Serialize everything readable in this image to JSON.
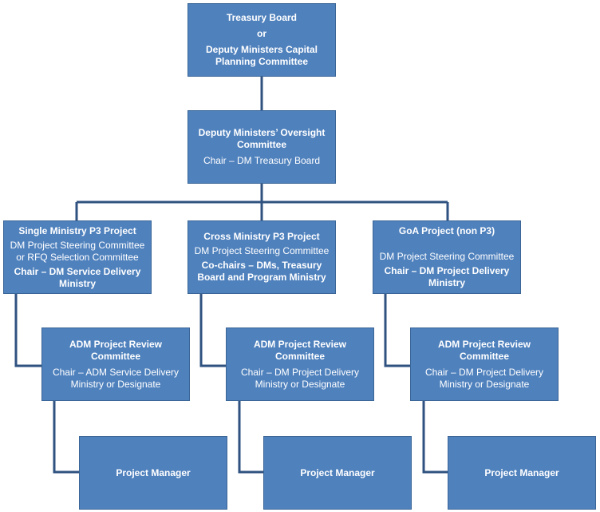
{
  "top": {
    "line1": "Treasury Board",
    "line2": "or",
    "line3": "Deputy Ministers Capital Planning Committee"
  },
  "oversight": {
    "title": "Deputy Ministers’ Oversight Committee",
    "chair": "Chair – DM Treasury Board"
  },
  "single": {
    "title": "Single Ministry P3 Project",
    "committee": "DM Project Steering Committee or RFQ Selection Committee",
    "chair": "Chair – DM Service Delivery Ministry"
  },
  "cross": {
    "title": "Cross Ministry P3 Project",
    "committee": "DM Project Steering Committee",
    "chair": "Co-chairs – DMs, Treasury Board and Program Ministry"
  },
  "goa": {
    "title": "GoA Project (non P3)",
    "committee": "DM Project Steering Committee",
    "chair": "Chair – DM Project Delivery Ministry"
  },
  "adm_single": {
    "title": "ADM Project Review Committee",
    "chair": "Chair – ADM Service Delivery Ministry or Designate"
  },
  "adm_cross": {
    "title": "ADM Project Review Committee",
    "chair": "Chair – DM Project Delivery Ministry or Designate"
  },
  "adm_goa": {
    "title": "ADM Project Review Committee",
    "chair": "Chair – DM Project Delivery Ministry or Designate"
  },
  "pm_single": {
    "label": "Project Manager"
  },
  "pm_cross": {
    "label": "Project Manager"
  },
  "pm_goa": {
    "label": "Project Manager"
  }
}
